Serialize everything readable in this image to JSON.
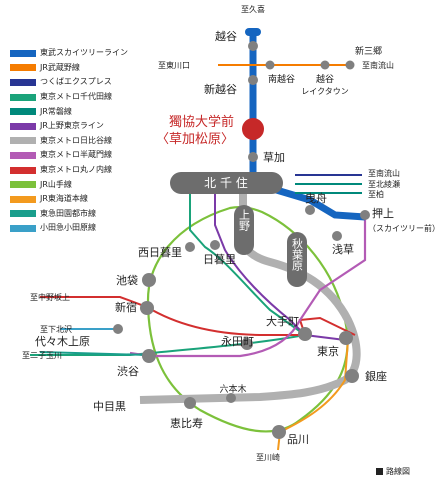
{
  "legend": [
    {
      "label": "東武スカイツリーライン",
      "color": "#1565c0"
    },
    {
      "label": "JR武蔵野線",
      "color": "#f57c00"
    },
    {
      "label": "つくばエクスプレス",
      "color": "#283593"
    },
    {
      "label": "東京メトロ千代田線",
      "color": "#1aa37a"
    },
    {
      "label": "JR常磐線",
      "color": "#00897b"
    },
    {
      "label": "JR上野東京ライン",
      "color": "#7b3aa8"
    },
    {
      "label": "東京メトロ日比谷線",
      "color": "#b0b0b0"
    },
    {
      "label": "東京メトロ半蔵門線",
      "color": "#b35bb5"
    },
    {
      "label": "東京メトロ丸ノ内線",
      "color": "#d32f2f"
    },
    {
      "label": "JR山手線",
      "color": "#7cc13b"
    },
    {
      "label": "JR東海道本線",
      "color": "#f39a1e"
    },
    {
      "label": "東急田園都市線",
      "color": "#1a9e8c"
    },
    {
      "label": "小田急小田原線",
      "color": "#3aa0c8"
    }
  ],
  "stations": {
    "kuki": "至久喜",
    "koshigaya": "越谷",
    "higashikawaguchi": "至東川口",
    "shinkoshigaya": "新越谷",
    "minamikoshigaya": "南越谷",
    "koshigaya_laketown_1": "越谷",
    "koshigaya_laketown_2": "レイクタウン",
    "shinmisato": "新三郷",
    "minaminagareyama_1": "至南流山",
    "featured_1": "獨協大学前",
    "featured_2": "〈草加松原〉",
    "soka": "草加",
    "kitasenju": "北 千 住",
    "minaminagareyama_2": "至南流山",
    "kitaayase": "至北綾瀬",
    "kashiwa": "至柏",
    "hikifune": "曳舟",
    "oshiage_1": "押上",
    "oshiage_2": "（スカイツリー前）",
    "asakusa": "浅草",
    "ueno": "上野",
    "akihabara": "秋葉原",
    "nishinippori": "西日暮里",
    "nippori": "日暮里",
    "ikebukuro": "池袋",
    "nakanosakaue": "至中野坂上",
    "shinjuku": "新宿",
    "shimokitazawa": "至下北沢",
    "yoyogiuehara": "代々木上原",
    "futakotamagawa": "至二子玉川",
    "shibuya": "渋谷",
    "otemachi": "大手町",
    "nagatacho": "永田町",
    "tokyo": "東京",
    "ginza": "銀座",
    "roppongi": "六本木",
    "nakameguro": "中目黒",
    "ebisu": "恵比寿",
    "shinagawa": "品川",
    "kawasaki": "至川崎"
  },
  "note": "路線図",
  "colors": {
    "tobu": "#1565c0",
    "musashino": "#f57c00",
    "tx": "#283593",
    "chiyoda": "#1aa37a",
    "joban": "#00897b",
    "utl": "#7b3aa8",
    "hibiya": "#b0b0b0",
    "hanzomon": "#b35bb5",
    "marunouchi": "#d32f2f",
    "yamanote": "#7cc13b",
    "tokaido": "#f39a1e",
    "denentoshi": "#1a9e8c",
    "odakyu": "#3aa0c8",
    "featured": "#c62828",
    "station": "#808080",
    "hub": "#6d6d6d"
  }
}
